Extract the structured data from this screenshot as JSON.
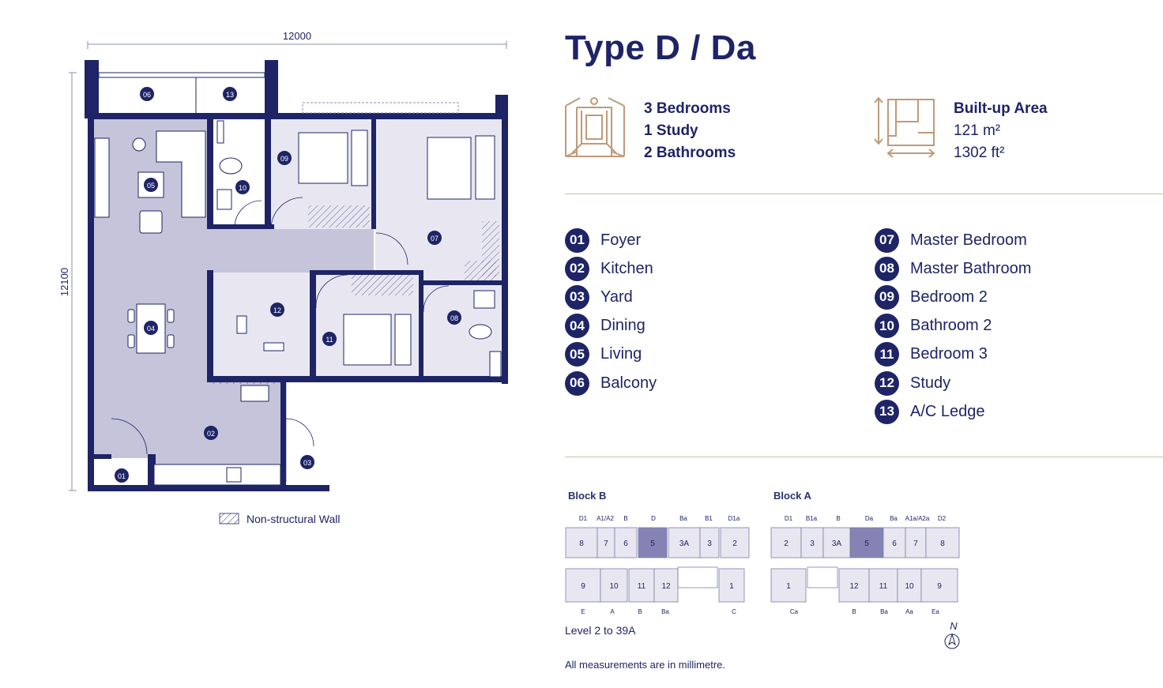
{
  "title": "Type D / Da",
  "plan": {
    "dim_width": "12000",
    "dim_height": "12100",
    "hatch_legend": "Non-structural Wall",
    "room_markers": [
      "06",
      "13",
      "09",
      "10",
      "05",
      "07",
      "12",
      "04",
      "11",
      "08",
      "02",
      "03",
      "01"
    ]
  },
  "specs": {
    "rooms": [
      "3 Bedrooms",
      "1 Study",
      "2 Bathrooms"
    ],
    "area_label": "Built-up Area",
    "area_m2": "121 m²",
    "area_ft2": "1302 ft²"
  },
  "legend_left": [
    {
      "num": "01",
      "label": "Foyer"
    },
    {
      "num": "02",
      "label": "Kitchen"
    },
    {
      "num": "03",
      "label": "Yard"
    },
    {
      "num": "04",
      "label": "Dining"
    },
    {
      "num": "05",
      "label": "Living"
    },
    {
      "num": "06",
      "label": "Balcony"
    }
  ],
  "legend_right": [
    {
      "num": "07",
      "label": "Master Bedroom"
    },
    {
      "num": "08",
      "label": "Master Bathroom"
    },
    {
      "num": "09",
      "label": "Bedroom 2"
    },
    {
      "num": "10",
      "label": "Bathroom 2"
    },
    {
      "num": "11",
      "label": "Bedroom 3"
    },
    {
      "num": "12",
      "label": "Study"
    },
    {
      "num": "13",
      "label": "A/C Ledge"
    }
  ],
  "block_b": {
    "title": "Block B",
    "top_labels": [
      "D1",
      "A1/A2",
      "B",
      "D",
      "Ba",
      "B1",
      "D1a"
    ],
    "row1_units": [
      "8",
      "7",
      "6",
      "5",
      "3A",
      "3",
      "2"
    ],
    "row2_units": [
      "9",
      "10",
      "11",
      "12",
      "1"
    ],
    "bottom_labels": [
      "E",
      "A",
      "B",
      "Ba",
      "C"
    ],
    "level": "Level 2 to 39A",
    "highlight": "5"
  },
  "block_a": {
    "title": "Block A",
    "top_labels": [
      "D1",
      "B1a",
      "B",
      "Da",
      "Ba",
      "A1a/A2a",
      "D2"
    ],
    "row1_units": [
      "2",
      "3",
      "3A",
      "5",
      "6",
      "7",
      "8"
    ],
    "row2_units": [
      "1",
      "12",
      "11",
      "10",
      "9"
    ],
    "bottom_labels": [
      "Ca",
      "B",
      "Ba",
      "Aa",
      "Ea"
    ],
    "highlight": "5"
  },
  "north": "N",
  "note": "All measurements are in millimetre.",
  "colors": {
    "navy": "#1e2466",
    "tan": "#c09a78",
    "floor": "#c5c4da",
    "room": "#e8e7f1",
    "highlight": "#8583b4"
  }
}
